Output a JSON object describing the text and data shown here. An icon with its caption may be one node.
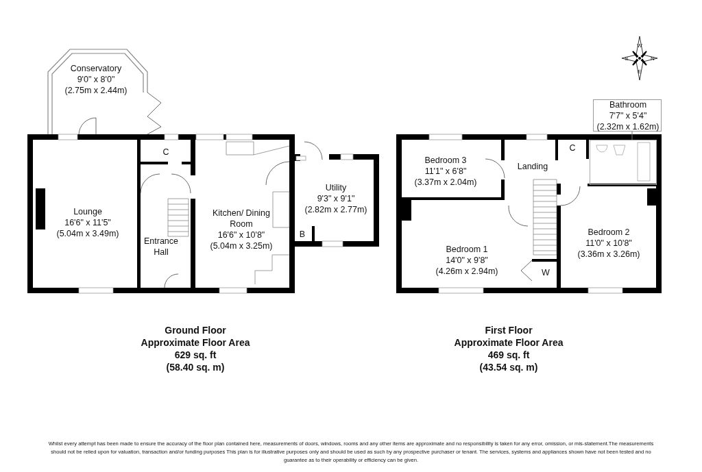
{
  "diagram": {
    "nodes": [
      {
        "text": [
          "Conservatory",
          "9'0\" x 8'0\"",
          "(2.75m x 2.44m)"
        ]
      },
      {
        "text": [
          "Lounge",
          "16'6\" x 11'5\"",
          "(5.04m x 3.49m)"
        ]
      },
      {
        "text": [
          "C"
        ]
      },
      {
        "text": [
          "Entrance Hall"
        ]
      },
      {
        "text": [
          "Kitchen/ Dining Room",
          "16'6\" x 10'8\"",
          "(5.04m x 3.25m)"
        ]
      },
      {
        "text": [
          "Utility",
          "9'3\" x 9'1\"",
          "(2.82m x 2.77m)"
        ]
      },
      {
        "text": [
          "B"
        ]
      },
      {
        "text": [
          "Bathroom",
          "7'7\" x 5'4\"",
          "(2.32m x 1.62m)"
        ]
      },
      {
        "text": [
          "Bedroom 3",
          "11'1\" x 6'8\"",
          "(3.37m x 2.04m)"
        ]
      },
      {
        "text": [
          "Landing"
        ]
      },
      {
        "text": [
          "C"
        ]
      },
      {
        "text": [],
        "shape": "box"
      },
      {
        "text": [
          "Bedroom 1",
          "14'0\" x 9'8\"",
          "(4.26m x 2.94m)"
        ]
      },
      {
        "text": [
          "Bedroom 2",
          "11'0\" x 10'8\"",
          "(3.36m x 3.26m)"
        ]
      },
      {
        "text": [
          "W"
        ]
      }
    ],
    "edges": [
      {
        "from": 7,
        "to": 11,
        "arrow": "none"
      }
    ],
    "labels": [
      "W",
      "S",
      "N",
      "E",
      "Ground Floor",
      "Approximate Floor Area",
      "629 sq. ft",
      "(58.40 sq. m)",
      "First Floor",
      "Approximate Floor Area",
      "469 sq. ft",
      "(43.54 sq. m)",
      "Whilst every attempt has been made to ensure the accuracy of the floor plan contained here, measurements of doors, windows, rooms and any other items are approximate and no responsibility is taken for any error, omission, or mis-statement.The measurements should not be relied upon for valuation, transaction and/or funding purposes This plan is for illustrative purposes only and should be used as such by any prospective purchaser or tenant. The services, systems and appliances shown have not been tested and no guarantee as to their operability or efficiency can be given."
    ]
  }
}
